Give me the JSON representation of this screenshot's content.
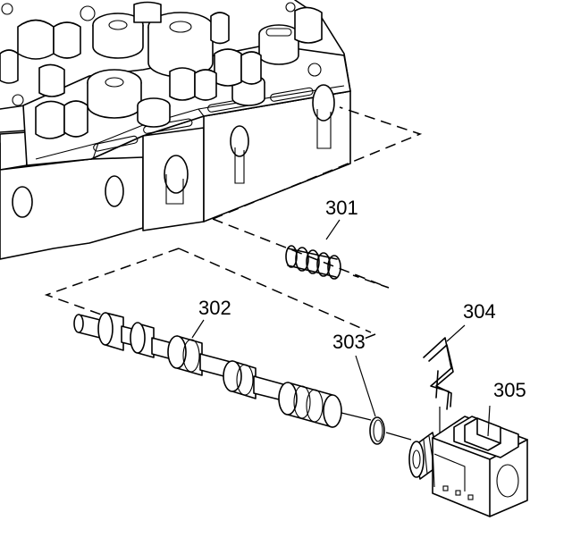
{
  "diagram": {
    "callouts": [
      {
        "id": "301",
        "label": "301"
      },
      {
        "id": "302",
        "label": "302"
      },
      {
        "id": "303",
        "label": "303"
      },
      {
        "id": "304",
        "label": "304"
      },
      {
        "id": "305",
        "label": "305"
      }
    ]
  }
}
